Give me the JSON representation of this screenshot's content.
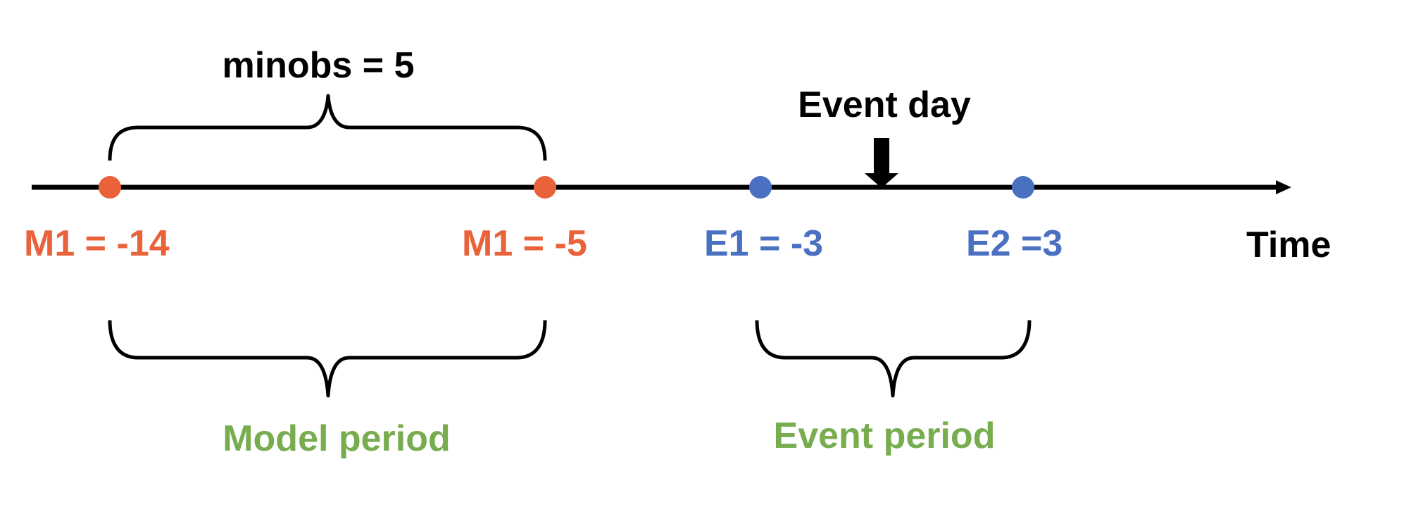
{
  "title": "Event study timeline",
  "colors": {
    "axis": "#000000",
    "model": "#E9623A",
    "event": "#4A70C1",
    "period_label": "#77AC4F"
  },
  "axis": {
    "label": "Time",
    "end_icon": "arrow-right-icon"
  },
  "minobs": {
    "label": "minobs = 5",
    "value": 5
  },
  "event_day": {
    "label": "Event day",
    "icon": "arrow-down-icon",
    "value": 0
  },
  "points": [
    {
      "id": "m1-start",
      "label": "M1 = -14",
      "value": -14,
      "group": "model"
    },
    {
      "id": "m1-end",
      "label": "M1 = -5",
      "value": -5,
      "group": "model"
    },
    {
      "id": "e1",
      "label": "E1 = -3",
      "value": -3,
      "group": "event"
    },
    {
      "id": "e2",
      "label": "E2 =3",
      "value": 3,
      "group": "event"
    }
  ],
  "periods": [
    {
      "id": "model-period",
      "label": "Model period",
      "from": "m1-start",
      "to": "m1-end"
    },
    {
      "id": "event-period",
      "label": "Event period",
      "from": "e1",
      "to": "e2"
    }
  ]
}
